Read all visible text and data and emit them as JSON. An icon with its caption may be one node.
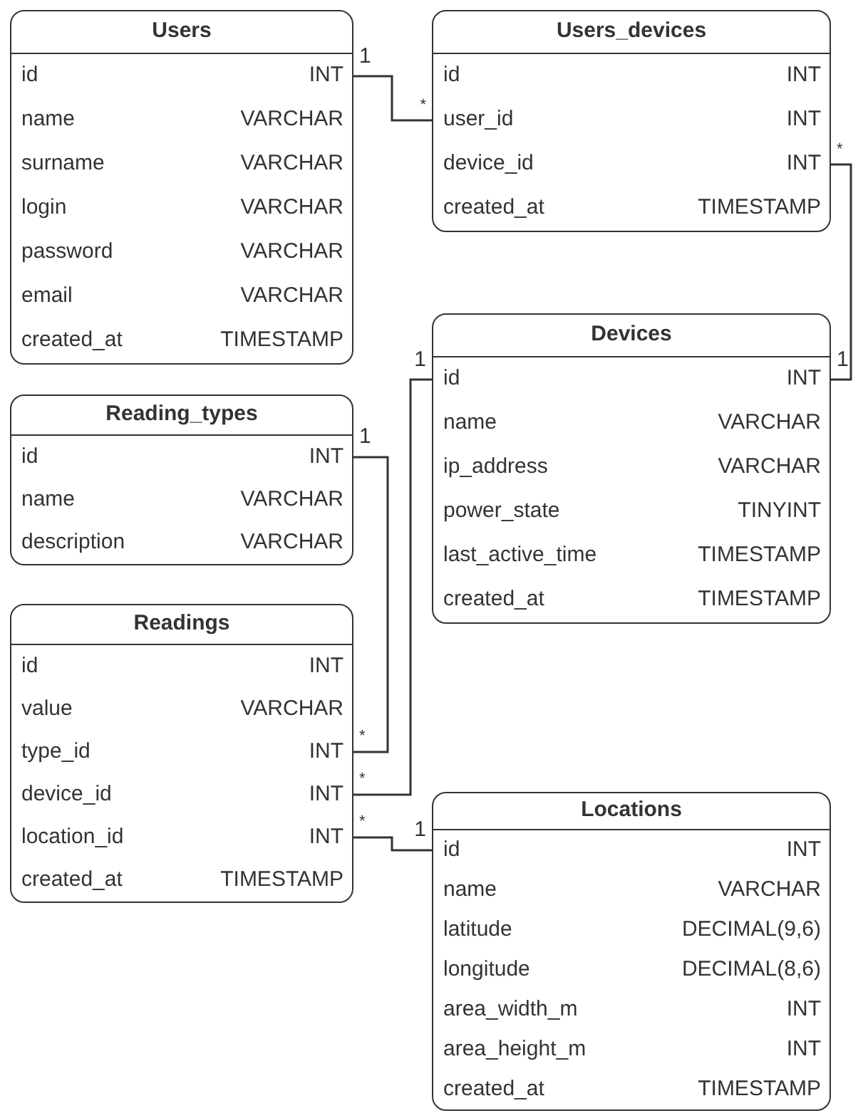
{
  "diagram": {
    "nodes": [
      {
        "text": [
          "Users"
        ]
      },
      {
        "text": [
          "id",
          "INT"
        ],
        "in": 0
      },
      {
        "text": [
          "name",
          "VARCHAR"
        ],
        "in": 0
      },
      {
        "text": [
          "surname",
          "VARCHAR"
        ],
        "in": 0
      },
      {
        "text": [
          "login",
          "VARCHAR"
        ],
        "in": 0
      },
      {
        "text": [
          "password",
          "VARCHAR"
        ],
        "in": 0
      },
      {
        "text": [
          "email",
          "VARCHAR"
        ],
        "in": 0
      },
      {
        "text": [
          "created_at",
          "TIMESTAMP"
        ],
        "in": 0
      },
      {
        "text": [
          "Users_devices"
        ]
      },
      {
        "text": [
          "id",
          "INT"
        ],
        "in": 8
      },
      {
        "text": [
          "user_id",
          "INT"
        ],
        "in": 8
      },
      {
        "text": [
          "device_id",
          "INT"
        ],
        "in": 8
      },
      {
        "text": [
          "created_at",
          "TIMESTAMP"
        ],
        "in": 8
      },
      {
        "text": [
          "Devices"
        ]
      },
      {
        "text": [
          "id",
          "INT"
        ],
        "in": 13
      },
      {
        "text": [
          "name",
          "VARCHAR"
        ],
        "in": 13
      },
      {
        "text": [
          "ip_address",
          "VARCHAR"
        ],
        "in": 13
      },
      {
        "text": [
          "power_state",
          "TINYINT"
        ],
        "in": 13
      },
      {
        "text": [
          "last_active_time",
          "TIMESTAMP"
        ],
        "in": 13
      },
      {
        "text": [
          "created_at",
          "TIMESTAMP"
        ],
        "in": 13
      },
      {
        "text": [
          "Reading_types"
        ]
      },
      {
        "text": [
          "id",
          "INT"
        ],
        "in": 20
      },
      {
        "text": [
          "name",
          "VARCHAR"
        ],
        "in": 20
      },
      {
        "text": [
          "description",
          "VARCHAR"
        ],
        "in": 20
      },
      {
        "text": [
          "Readings"
        ]
      },
      {
        "text": [
          "id",
          "INT"
        ],
        "in": 24
      },
      {
        "text": [
          "value",
          "VARCHAR"
        ],
        "in": 24
      },
      {
        "text": [
          "type_id",
          "INT"
        ],
        "in": 24
      },
      {
        "text": [
          "device_id",
          "INT"
        ],
        "in": 24
      },
      {
        "text": [
          "location_id",
          "INT"
        ],
        "in": 24
      },
      {
        "text": [
          "created_at",
          "TIMESTAMP"
        ],
        "in": 24
      },
      {
        "text": [
          "Locations"
        ]
      },
      {
        "text": [
          "id",
          "INT"
        ],
        "in": 31
      },
      {
        "text": [
          "name",
          "VARCHAR"
        ],
        "in": 31
      },
      {
        "text": [
          "latitude",
          "DECIMAL(9,6)"
        ],
        "in": 31
      },
      {
        "text": [
          "longitude",
          "DECIMAL(8,6)"
        ],
        "in": 31
      },
      {
        "text": [
          "area_width_m",
          "INT"
        ],
        "in": 31
      },
      {
        "text": [
          "area_height_m",
          "INT"
        ],
        "in": 31
      },
      {
        "text": [
          "created_at",
          "TIMESTAMP"
        ],
        "in": 31
      }
    ],
    "edges": [
      {
        "from": 1,
        "to": 10,
        "arrow": "none"
      },
      {
        "from": 14,
        "to": 11,
        "arrow": "none"
      },
      {
        "from": 21,
        "to": 27,
        "arrow": "none"
      },
      {
        "from": 14,
        "to": 28,
        "arrow": "none"
      },
      {
        "from": 32,
        "to": 29,
        "arrow": "none"
      }
    ],
    "labels": [
      "1",
      "*",
      "*",
      "1",
      "1",
      "1",
      "*",
      "*",
      "*",
      "1"
    ]
  }
}
